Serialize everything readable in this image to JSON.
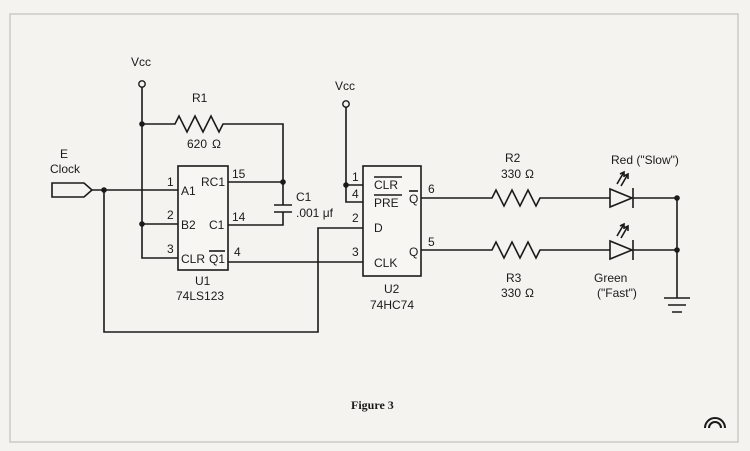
{
  "supply": {
    "vcc_left": "Vcc",
    "vcc_right": "Vcc"
  },
  "input": {
    "line1": "E",
    "line2": "Clock"
  },
  "r1": {
    "name": "R1",
    "value": "620",
    "unit": "Ω"
  },
  "c1": {
    "name": "C1",
    "value": ".001 μf"
  },
  "u1": {
    "ref": "U1",
    "part": "74LS123",
    "pins": {
      "a1": {
        "num": "1",
        "label": "A1"
      },
      "b2": {
        "num": "2",
        "label": "B2"
      },
      "clr": {
        "num": "3",
        "label": "CLR"
      },
      "rc1": {
        "num": "15",
        "label": "RC1"
      },
      "c1": {
        "num": "14",
        "label": "C1"
      },
      "q1": {
        "num": "4",
        "label": "Q1"
      }
    }
  },
  "u2": {
    "ref": "U2",
    "part": "74HC74",
    "pins": {
      "clr": {
        "num": "1",
        "label": "CLR"
      },
      "pre": {
        "num": "4",
        "label": "PRE"
      },
      "d": {
        "num": "2",
        "label": "D"
      },
      "clk": {
        "num": "3",
        "label": "CLK"
      },
      "qbar": {
        "num": "6",
        "label": "Q"
      },
      "q": {
        "num": "5",
        "label": "Q"
      }
    }
  },
  "r2": {
    "name": "R2",
    "value": "330",
    "unit": "Ω"
  },
  "r3": {
    "name": "R3",
    "value": "330",
    "unit": "Ω"
  },
  "led_red": {
    "label": "Red (\"Slow\")"
  },
  "led_green": {
    "line1": "Green",
    "line2": "(\"Fast\")"
  },
  "caption": "Figure 3",
  "colors": {
    "ink": "#1a1a1a",
    "paper": "#f4f3ef"
  }
}
